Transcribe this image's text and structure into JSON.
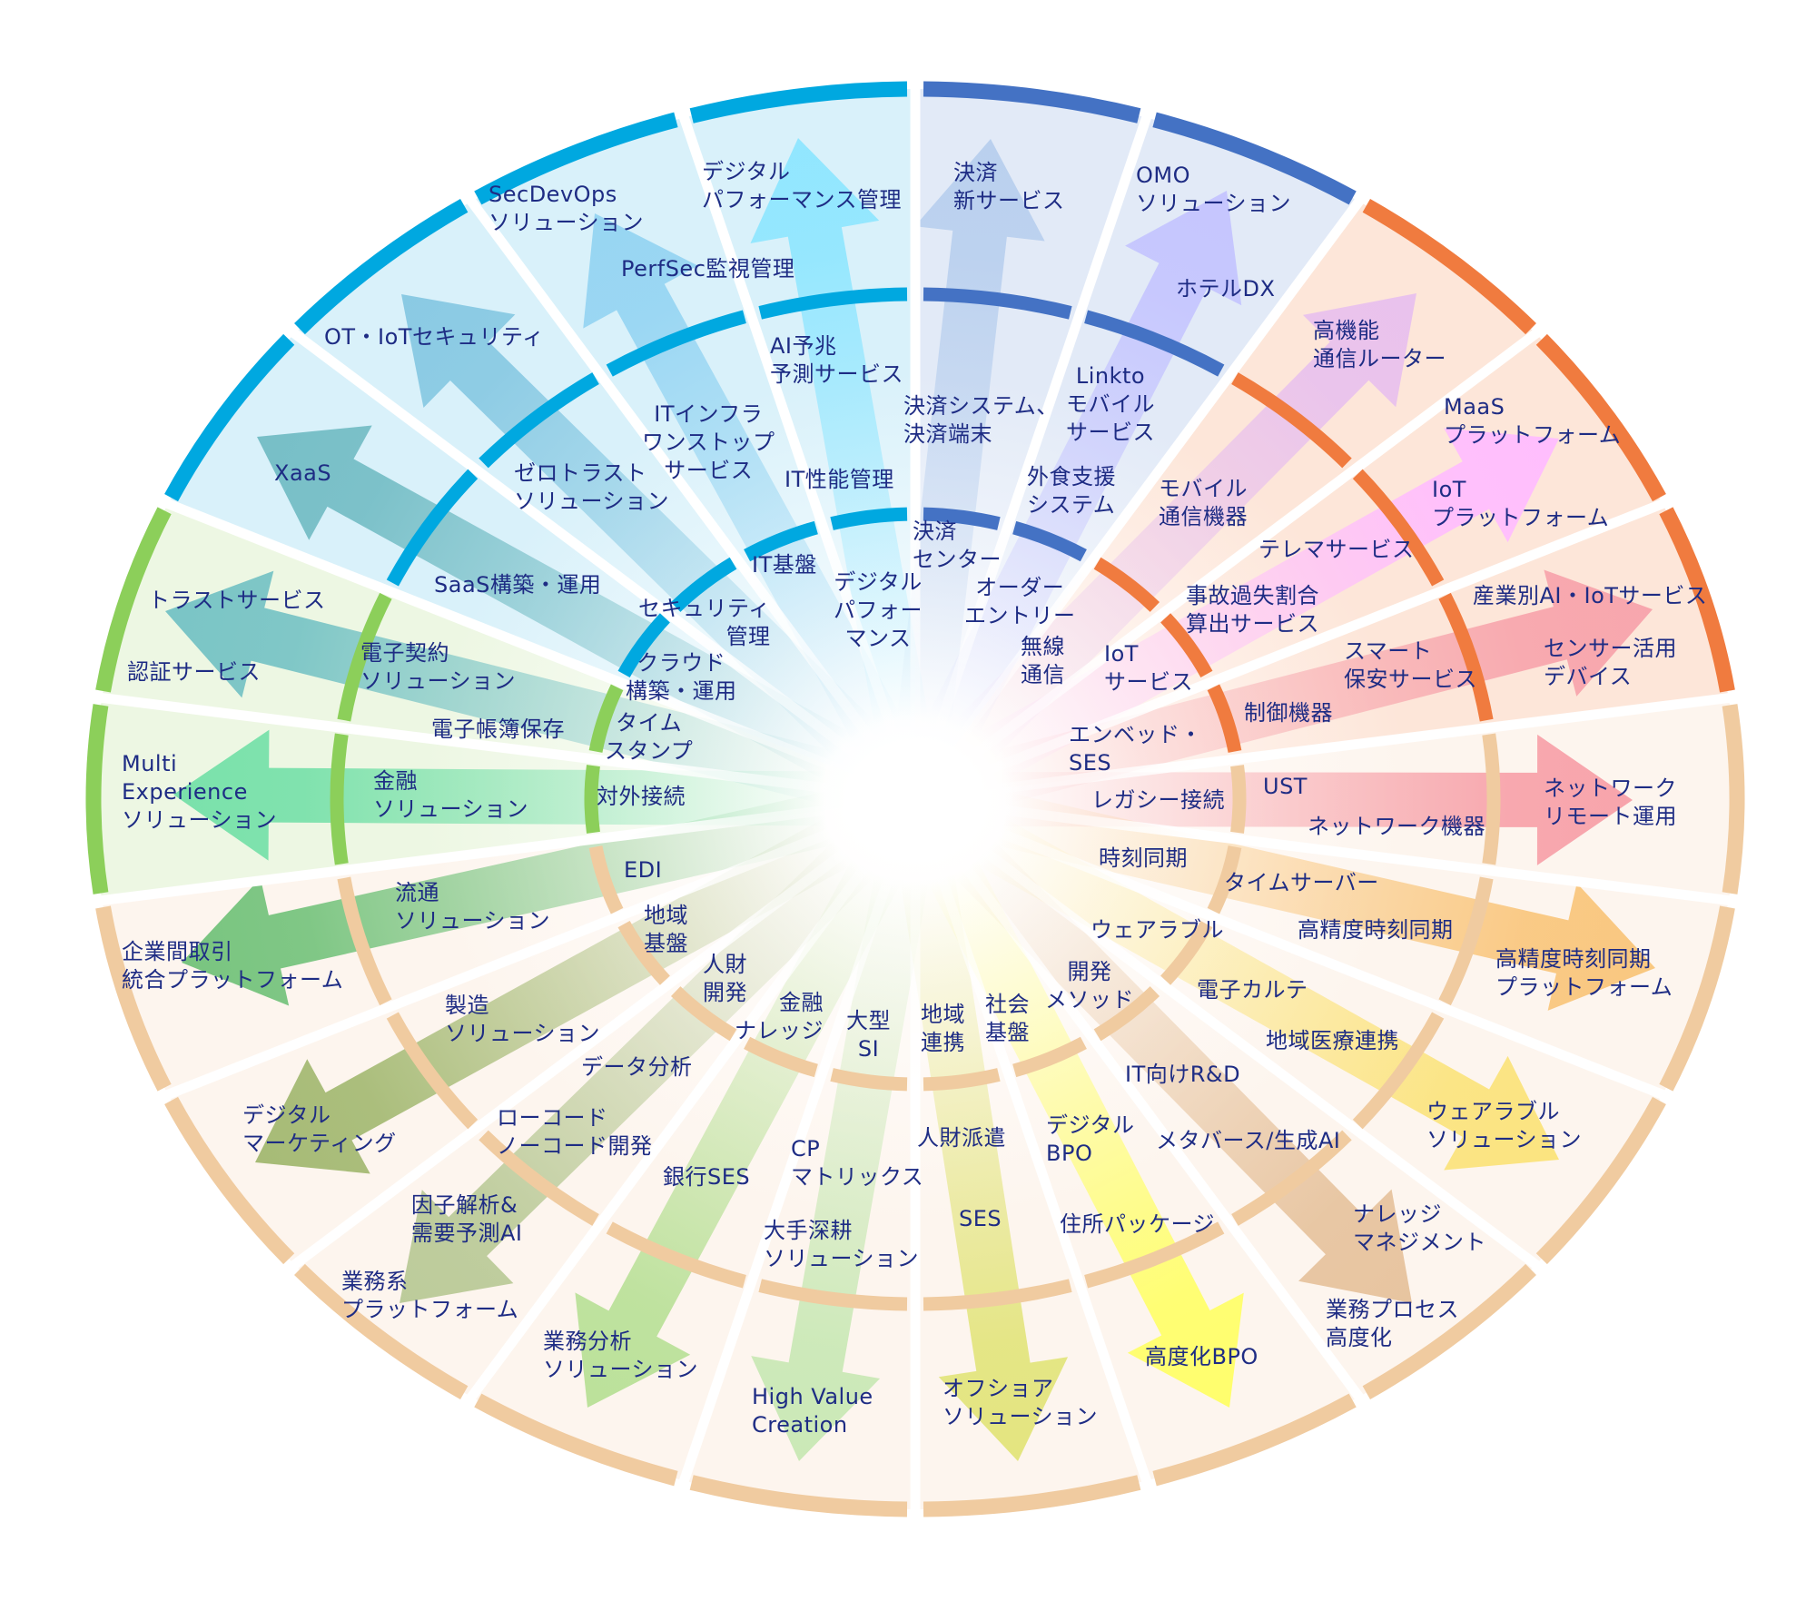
{
  "ring_colors": [
    "#4472c4",
    "#4472c4",
    "#f07b3f",
    "#f07b3f",
    "#f07b3f",
    "#f0cba0",
    "#f0cba0",
    "#f0cba0",
    "#f0cba0",
    "#f0cba0",
    "#f0cba0",
    "#f0cba0",
    "#f0cba0",
    "#f0cba0",
    "#f0cba0",
    "#f0cba0",
    "#8ccf5a",
    "#8ccf5a",
    "#00a8e0",
    "#00a8e0",
    "#00a8e0",
    "#00a8e0"
  ],
  "fill_colors": [
    "#e2eaf7",
    "#e2eaf7",
    "#fde6d9",
    "#fde6d9",
    "#fde6d9",
    "#fdf5ee",
    "#fdf5ee",
    "#fdf5ee",
    "#fdf5ee",
    "#fdf5ee",
    "#fdf5ee",
    "#fdf5ee",
    "#fdf5ee",
    "#fdf5ee",
    "#fdf5ee",
    "#fdf5ee",
    "#edf7e3",
    "#edf7e3",
    "#d9f1fa",
    "#d9f1fa",
    "#d9f1fa",
    "#d9f1fa"
  ],
  "arrow_colors": [
    "#b8cfee",
    "#c4c4ff",
    "#e8c0ee",
    "#ffbcff",
    "#f7a3ab",
    "#f7a0a8",
    "#f9c57a",
    "#fbe37a",
    "#e6c29c",
    "#ffff66",
    "#e2e47a",
    "#c8e8b4",
    "#b8e096",
    "#b9c996",
    "#a2b870",
    "#72c27a",
    "#74e0a8",
    "#74c2c4",
    "#72bcc4",
    "#86c8e2",
    "#94d4f2",
    "#8ee6ff"
  ],
  "labels": [
    "デジタル\nパフォーマンス管理",
    "SecDevOps\nソリューション",
    "PerfSec監視管理",
    "OT・IoTセキュリティ",
    "AI予兆\n予測サービス",
    "ITインフラ\nワンストップ\nサービス",
    "XaaS",
    "ゼロトラスト\nソリューション",
    "IT性能管理",
    "SaaS構築・運用",
    "トラストサービス",
    "IT基盤",
    "セキュリティ\n管理",
    "デジタル\nパフォー\nマンス",
    "認証サービス",
    "電子契約\nソリューション",
    "クラウド\n構築・運用",
    "電子帳簿保存",
    "タイム\nスタンプ",
    "Multi\nExperience\nソリューション",
    "金融\nソリューション",
    "対外接続",
    "決済\n新サービス",
    "OMO\nソリューション",
    "ホテルDX",
    "高機能\n通信ルーター",
    "Linkto\nモバイル\nサービス",
    "決済システム、\n決済端末",
    "MaaS\nプラットフォーム",
    "外食支援\nシステム",
    "モバイル\n通信機器",
    "IoT\nプラットフォーム",
    "決済\nセンター",
    "テレマサービス",
    "オーダー\nエントリー",
    "事故過失割合\n算出サービス",
    "産業別AI・IoTサービス",
    "無線\n通信",
    "IoT\nサービス",
    "スマート\n保安サービス",
    "センサー活用\nデバイス",
    "制御機器",
    "エンベッド・\nSES",
    "UST",
    "レガシー接続",
    "ネットワーク\nリモート運用",
    "ネットワーク機器",
    "時刻同期",
    "タイムサーバー",
    "ウェアラブル",
    "高精度時刻同期",
    "高精度時刻同期\nプラットフォーム",
    "開発\nメソッド",
    "電子カルテ",
    "地域\n連携",
    "社会\n基盤",
    "地域医療連携",
    "IT向けR&D",
    "ウェアラブル\nソリューション",
    "人財派遣",
    "デジタル\nBPO",
    "メタバース/生成AI",
    "SES",
    "住所パッケージ",
    "ナレッジ\nマネジメント",
    "業務プロセス\n高度化",
    "高度化BPO",
    "オフショア\nソリューション",
    "EDI",
    "流通\nソリューション",
    "地域\n基盤",
    "企業間取引\n統合プラットフォーム",
    "人財\n開発",
    "金融\nナレッジ",
    "大型\nSI",
    "製造\nソリューション",
    "データ分析",
    "デジタル\nマーケティング",
    "ローコード\nノーコード開発",
    "銀行SES",
    "CP\nマトリックス",
    "因子解析&\n需要予測AI",
    "大手深耕\nソリューション",
    "業務系\nプラットフォーム",
    "業務分析\nソリューション",
    "High Value\nCreation"
  ]
}
